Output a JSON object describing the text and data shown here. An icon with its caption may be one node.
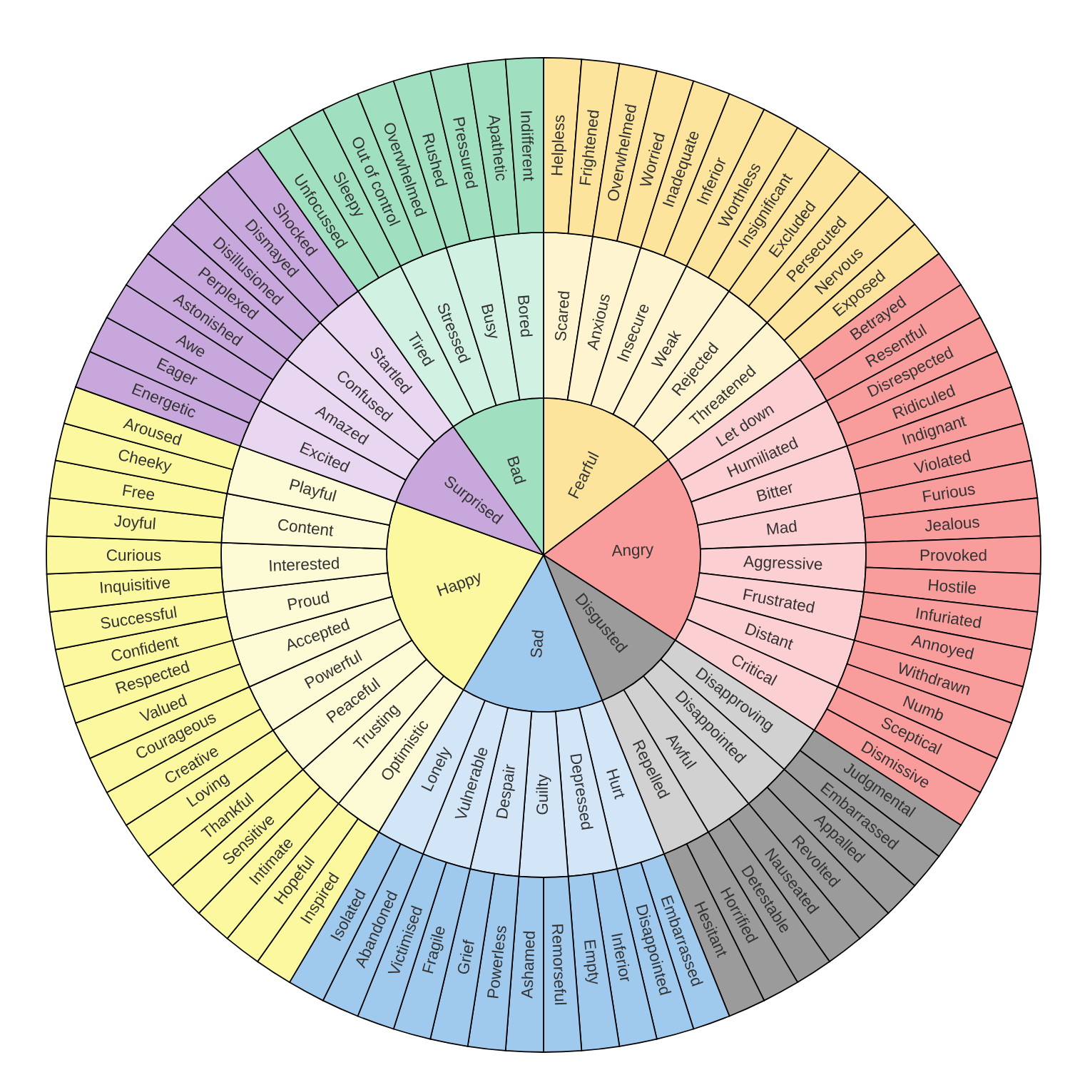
{
  "diagram": {
    "nodes": [
      {
        "text": [
          "Fearful"
        ]
      },
      {
        "text": [
          "Angry"
        ]
      },
      {
        "text": [
          "Disgusted"
        ]
      },
      {
        "text": [
          "Sad"
        ]
      },
      {
        "text": [
          "Happy"
        ]
      },
      {
        "text": [
          "Surprised"
        ]
      },
      {
        "text": [
          "Bad"
        ]
      },
      {
        "text": [
          "Scared"
        ]
      },
      {
        "text": [
          "Anxious"
        ]
      },
      {
        "text": [
          "Insecure"
        ]
      },
      {
        "text": [
          "Weak"
        ]
      },
      {
        "text": [
          "Rejected"
        ]
      },
      {
        "text": [
          "Threatened"
        ]
      },
      {
        "text": [
          "Let down"
        ]
      },
      {
        "text": [
          "Humiliated"
        ]
      },
      {
        "text": [
          "Bitter"
        ]
      },
      {
        "text": [
          "Mad"
        ]
      },
      {
        "text": [
          "Aggressive"
        ]
      },
      {
        "text": [
          "Frustrated"
        ]
      },
      {
        "text": [
          "Distant"
        ]
      },
      {
        "text": [
          "Critical"
        ]
      },
      {
        "text": [
          "Disapproving"
        ]
      },
      {
        "text": [
          "Disappointed"
        ]
      },
      {
        "text": [
          "Awful"
        ]
      },
      {
        "text": [
          "Repelled"
        ]
      },
      {
        "text": [
          "Hurt"
        ]
      },
      {
        "text": [
          "Depressed"
        ]
      },
      {
        "text": [
          "Guilty"
        ]
      },
      {
        "text": [
          "Despair"
        ]
      },
      {
        "text": [
          "Vulnerable"
        ]
      },
      {
        "text": [
          "Lonely"
        ]
      },
      {
        "text": [
          "Optimistic"
        ]
      },
      {
        "text": [
          "Trusting"
        ]
      },
      {
        "text": [
          "Peaceful"
        ]
      },
      {
        "text": [
          "Powerful"
        ]
      },
      {
        "text": [
          "Accepted"
        ]
      },
      {
        "text": [
          "Proud"
        ]
      },
      {
        "text": [
          "Interested"
        ]
      },
      {
        "text": [
          "Content"
        ]
      },
      {
        "text": [
          "Playful"
        ]
      },
      {
        "text": [
          "Excited"
        ]
      },
      {
        "text": [
          "Amazed"
        ]
      },
      {
        "text": [
          "Confused"
        ]
      },
      {
        "text": [
          "Startled"
        ]
      },
      {
        "text": [
          "Tired"
        ]
      },
      {
        "text": [
          "Stressed"
        ]
      },
      {
        "text": [
          "Busy"
        ]
      },
      {
        "text": [
          "Bored"
        ]
      },
      {
        "text": [
          "Helpless"
        ]
      },
      {
        "text": [
          "Frightened"
        ]
      },
      {
        "text": [
          "Overwhelmed"
        ]
      },
      {
        "text": [
          "Worried"
        ]
      },
      {
        "text": [
          "Inadequate"
        ]
      },
      {
        "text": [
          "Inferior"
        ]
      },
      {
        "text": [
          "Worthless"
        ]
      },
      {
        "text": [
          "Insignificant"
        ]
      },
      {
        "text": [
          "Excluded"
        ]
      },
      {
        "text": [
          "Persecuted"
        ]
      },
      {
        "text": [
          "Nervous"
        ]
      },
      {
        "text": [
          "Exposed"
        ]
      },
      {
        "text": [
          "Betrayed"
        ]
      },
      {
        "text": [
          "Resentful"
        ]
      },
      {
        "text": [
          "Disrespected"
        ]
      },
      {
        "text": [
          "Ridiculed"
        ]
      },
      {
        "text": [
          "Indignant"
        ]
      },
      {
        "text": [
          "Violated"
        ]
      },
      {
        "text": [
          "Furious"
        ]
      },
      {
        "text": [
          "Jealous"
        ]
      },
      {
        "text": [
          "Provoked"
        ]
      },
      {
        "text": [
          "Hostile"
        ]
      },
      {
        "text": [
          "Infuriated"
        ]
      },
      {
        "text": [
          "Annoyed"
        ]
      },
      {
        "text": [
          "Withdrawn"
        ]
      },
      {
        "text": [
          "Numb"
        ]
      },
      {
        "text": [
          "Sceptical"
        ]
      },
      {
        "text": [
          "Dismissive"
        ]
      },
      {
        "text": [
          "Judgmental"
        ]
      },
      {
        "text": [
          "Embarrassed"
        ]
      },
      {
        "text": [
          "Appalled"
        ]
      },
      {
        "text": [
          "Revolted"
        ]
      },
      {
        "text": [
          "Nauseated"
        ]
      },
      {
        "text": [
          "Detestable"
        ]
      },
      {
        "text": [
          "Horrified"
        ]
      },
      {
        "text": [
          "Hesitant"
        ]
      },
      {
        "text": [
          "Embarrassed"
        ]
      },
      {
        "text": [
          "Disappointed"
        ]
      },
      {
        "text": [
          "Inferior"
        ]
      },
      {
        "text": [
          "Empty"
        ]
      },
      {
        "text": [
          "Remorseful"
        ]
      },
      {
        "text": [
          "Ashamed"
        ]
      },
      {
        "text": [
          "Powerless"
        ]
      },
      {
        "text": [
          "Grief"
        ]
      },
      {
        "text": [
          "Fragile"
        ]
      },
      {
        "text": [
          "Victimised"
        ]
      },
      {
        "text": [
          "Abandoned"
        ]
      },
      {
        "text": [
          "Isolated"
        ]
      },
      {
        "text": [
          "Inspired"
        ]
      },
      {
        "text": [
          "Hopeful"
        ]
      },
      {
        "text": [
          "Intimate"
        ]
      },
      {
        "text": [
          "Sensitive"
        ]
      },
      {
        "text": [
          "Thankful"
        ]
      },
      {
        "text": [
          "Loving"
        ]
      },
      {
        "text": [
          "Creative"
        ]
      },
      {
        "text": [
          "Courageous"
        ]
      },
      {
        "text": [
          "Valued"
        ]
      },
      {
        "text": [
          "Respected"
        ]
      },
      {
        "text": [
          "Confident"
        ]
      },
      {
        "text": [
          "Successful"
        ]
      },
      {
        "text": [
          "Inquisitive"
        ]
      },
      {
        "text": [
          "Curious"
        ]
      },
      {
        "text": [
          "Joyful"
        ]
      },
      {
        "text": [
          "Free"
        ]
      },
      {
        "text": [
          "Cheeky"
        ]
      },
      {
        "text": [
          "Aroused"
        ]
      },
      {
        "text": [
          "Energetic"
        ]
      },
      {
        "text": [
          "Eager"
        ]
      },
      {
        "text": [
          "Awe"
        ]
      },
      {
        "text": [
          "Astonished"
        ]
      },
      {
        "text": [
          "Perplexed"
        ]
      },
      {
        "text": [
          "Disillusioned"
        ]
      },
      {
        "text": [
          "Dismayed"
        ]
      },
      {
        "text": [
          "Shocked"
        ]
      },
      {
        "text": [
          "Unfocussed"
        ]
      },
      {
        "text": [
          "Sleepy"
        ]
      },
      {
        "text": [
          "Out of control"
        ]
      },
      {
        "text": [
          "Overwhelmed"
        ]
      },
      {
        "text": [
          "Rushed"
        ]
      },
      {
        "text": [
          "Pressured"
        ]
      },
      {
        "text": [
          "Apathetic"
        ]
      },
      {
        "text": [
          "Indifferent"
        ]
      }
    ]
  }
}
